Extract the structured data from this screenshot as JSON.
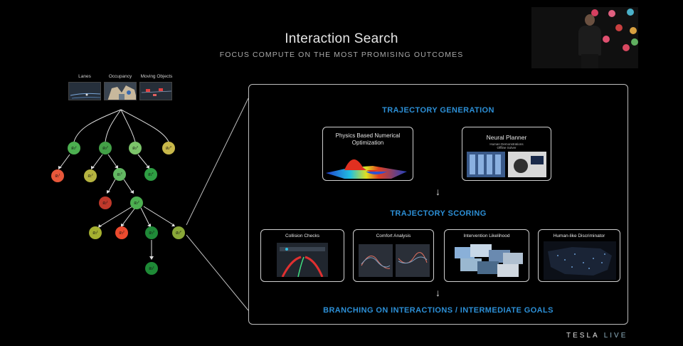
{
  "slide": {
    "title": "Interaction Search",
    "subtitle": "FOCUS COMPUTE ON THE MOST PROMISING OUTCOMES"
  },
  "tree": {
    "inputs": [
      "Lanes",
      "Occupancy",
      "Moving Objects"
    ],
    "nodes": {
      "n1": {
        "label": "g₀¹",
        "color": "#4caf50"
      },
      "n2": {
        "label": "g₀²",
        "color": "#43a047"
      },
      "n3": {
        "label": "g₀³",
        "color": "#7cc46a"
      },
      "n4": {
        "label": "g₀⁴",
        "color": "#c8b84a"
      },
      "n5": {
        "label": "g₁¹",
        "color": "#e8573a"
      },
      "n6": {
        "label": "g₁²",
        "color": "#b5b340"
      },
      "n7": {
        "label": "g₁³",
        "color": "#62b862"
      },
      "n8": {
        "label": "g₁⁴",
        "color": "#2e9e43"
      },
      "n9": {
        "label": "g₂¹",
        "color": "#c0392b"
      },
      "n10": {
        "label": "g₂²",
        "color": "#4caf50"
      },
      "n11": {
        "label": "g₃¹",
        "color": "#a5b030"
      },
      "n12": {
        "label": "g₃²",
        "color": "#ec4a2e"
      },
      "n13": {
        "label": "g₃³",
        "color": "#1f8a38"
      },
      "n14": {
        "label": "g₃⁴",
        "color": "#8aa838"
      },
      "n15": {
        "label": "g₄¹",
        "color": "#1e8a36"
      }
    }
  },
  "panel": {
    "generation_heading": "TRAJECTORY GENERATION",
    "physics_card": {
      "title": "Physics Based Numerical Optimization"
    },
    "neural_card": {
      "title": "Neural Planner",
      "sub1": "Human Demonstrations",
      "sub2": "Offline Solver"
    },
    "scoring_heading": "TRAJECTORY SCORING",
    "scoring_cards": [
      {
        "title": "Collision Checks"
      },
      {
        "title": "Comfort Analysis"
      },
      {
        "title": "Intervention Likelihood"
      },
      {
        "title": "Human-like Discriminator"
      }
    ],
    "branching_heading": "BRANCHING ON INTERACTIONS / INTERMEDIATE GOALS",
    "arrow": "↓"
  },
  "brand": {
    "name": "TESLA",
    "live": "LIVE"
  },
  "colors": {
    "accent": "#2c8fd6",
    "background": "#000000"
  }
}
